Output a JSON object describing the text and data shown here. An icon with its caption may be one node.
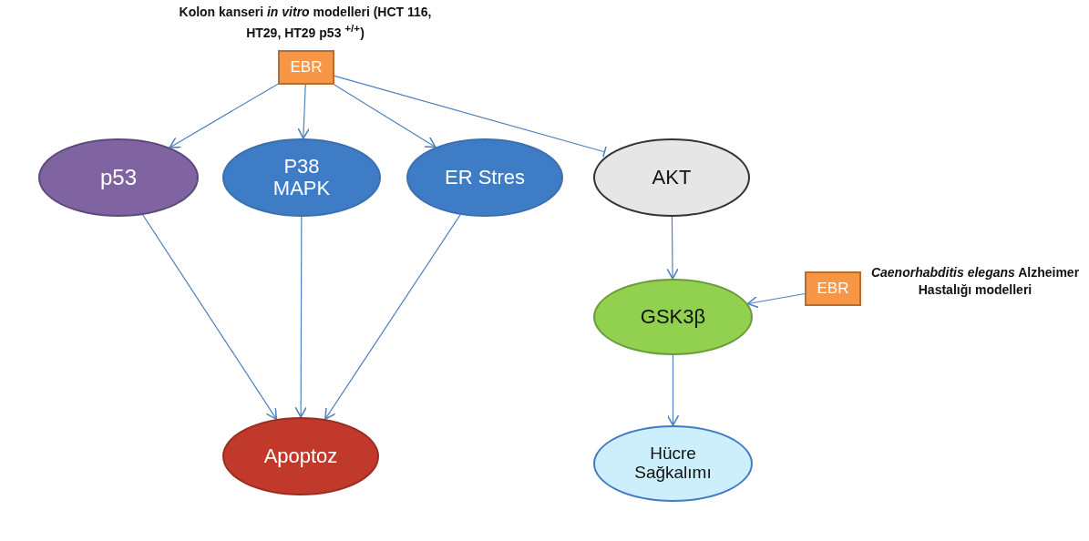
{
  "diagram": {
    "nodes": [
      {
        "text": [
          "EBR"
        ],
        "beside": [
          "Kolon kanseri *in vitro* modelleri (HCT 116, HT29, HT29 p53 $^{+/+}$)"
        ]
      },
      {
        "text": [
          "p53"
        ]
      },
      {
        "text": [
          "P38 MAPK"
        ]
      },
      {
        "text": [
          "ER Stres"
        ]
      },
      {
        "text": [
          "AKT"
        ]
      },
      {
        "text": [
          "EBR"
        ],
        "beside": [
          "*Caenorhabditis elegans* Alzheimer Hastalığı modelleri"
        ]
      },
      {
        "text": [
          "GSK3β"
        ]
      },
      {
        "text": [
          "Apoptoz"
        ]
      },
      {
        "text": [
          "Hücre Sağkalımı"
        ]
      }
    ],
    "edges": [
      {
        "from": 0,
        "to": 1,
        "arrow": "to"
      },
      {
        "from": 0,
        "to": 2,
        "arrow": "to"
      },
      {
        "from": 0,
        "to": 3,
        "arrow": "to"
      },
      {
        "from": 0,
        "to": 4,
        "arrow": "other"
      },
      {
        "from": 4,
        "to": 6,
        "arrow": "to"
      },
      {
        "from": 5,
        "to": 6,
        "arrow": "to"
      },
      {
        "from": 6,
        "to": 8,
        "arrow": "to"
      },
      {
        "from": 1,
        "to": 7,
        "arrow": "to"
      },
      {
        "from": 2,
        "to": 7,
        "arrow": "to"
      },
      {
        "from": 3,
        "to": 7,
        "arrow": "to"
      }
    ]
  }
}
